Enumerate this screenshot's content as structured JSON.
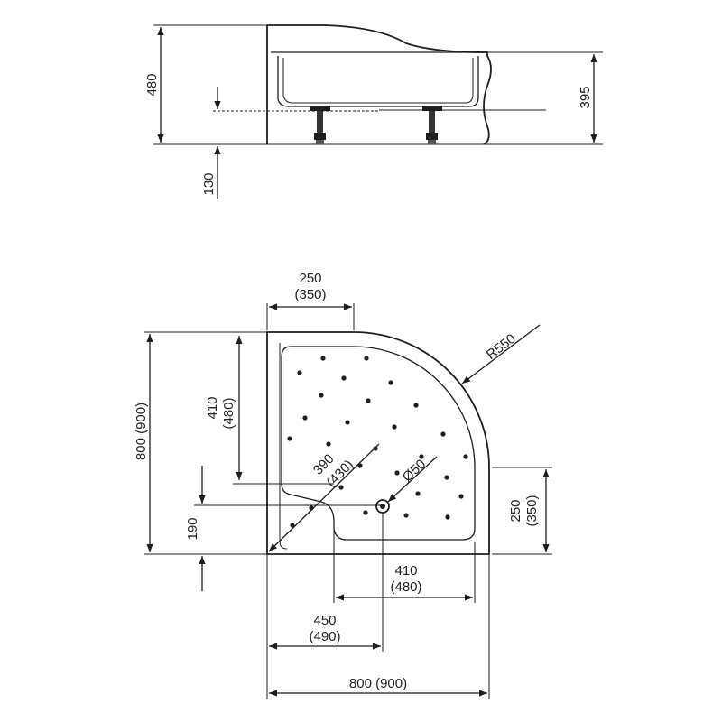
{
  "side_view": {
    "height_total": "480",
    "height_rim": "395",
    "height_leg": "130"
  },
  "plan_view": {
    "top_offset": "250",
    "top_offset_alt": "(350)",
    "right_offset": "250",
    "right_offset_alt": "(350)",
    "radius": "R550",
    "left_depth": "410",
    "left_depth_alt": "(480)",
    "height_label": "800 (900)",
    "seat_height": "190",
    "diag": "390",
    "diag_alt": "(430)",
    "drain": "Ø50",
    "inner_width": "410",
    "inner_width_alt": "(480)",
    "drain_x": "450",
    "drain_x_alt": "(490)",
    "width_label": "800 (900)"
  }
}
